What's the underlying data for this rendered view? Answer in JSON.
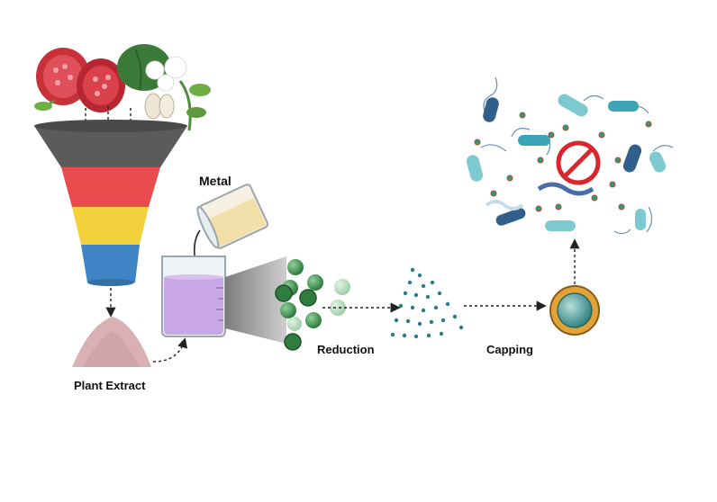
{
  "labels": {
    "metal": "Metal",
    "reduction": "Reduction",
    "capping": "Capping",
    "plant_extract": "Plant Extract"
  },
  "colors": {
    "funnel_top": "#5b5b5b",
    "funnel_red": "#e94b4f",
    "funnel_yellow": "#f2d13c",
    "funnel_blue": "#3f84c4",
    "powder": "#d9b1b5",
    "liquid_purple": "#c9a6e6",
    "particle_green": "#3f9a52",
    "dot_teal": "#2a7d8a",
    "capping_ring": "#e0a33a",
    "capping_core": "#3e8f8f",
    "bacteria_blue": "#2f5f8a",
    "bacteria_cyan": "#7cc9cf",
    "prohibit_red": "#d9262c"
  },
  "icons": [
    "pomegranate-icon",
    "cotton-plant-icon",
    "funnel-icon",
    "powder-pile-icon",
    "beaker-icon",
    "metal-flask-icon",
    "nanoparticle-cluster-icon",
    "dispersed-dots-icon",
    "capped-nanoparticle-icon",
    "bacteria-cluster-icon",
    "prohibit-icon"
  ]
}
